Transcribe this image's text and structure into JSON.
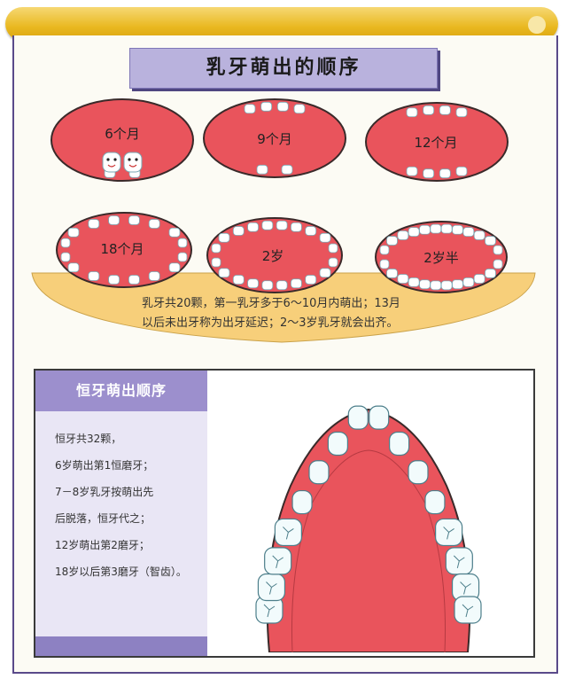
{
  "title": "乳牙萌出的顺序",
  "stages": [
    {
      "label": "6个月"
    },
    {
      "label": "9个月"
    },
    {
      "label": "12个月"
    },
    {
      "label": "18个月"
    },
    {
      "label": "2岁"
    },
    {
      "label": "2岁半"
    }
  ],
  "baby_teeth_note": {
    "line1": "乳牙共20颗，第一乳牙多于6～10月内萌出；13月",
    "line2": "以后未出牙称为出牙延迟；2～3岁乳牙就会出齐。"
  },
  "permanent": {
    "heading": "恒牙萌出顺序",
    "lines": [
      "恒牙共32颗，",
      "6岁萌出第1恒磨牙；",
      "7－8岁乳牙按萌出先",
      "后脱落，恒牙代之；",
      "12岁萌出第2磨牙；",
      "18岁以后第3磨牙（智齿）。"
    ]
  },
  "colors": {
    "gum_red": "#e9545c",
    "tooth": "#ffffff",
    "tooth_shadow": "#c9e4ea",
    "band_yellow": "#f7cf7a",
    "title_purple": "#b9b2dd",
    "accent_purple": "#9c8fcd",
    "bar_yellow": "#e9b81f"
  }
}
